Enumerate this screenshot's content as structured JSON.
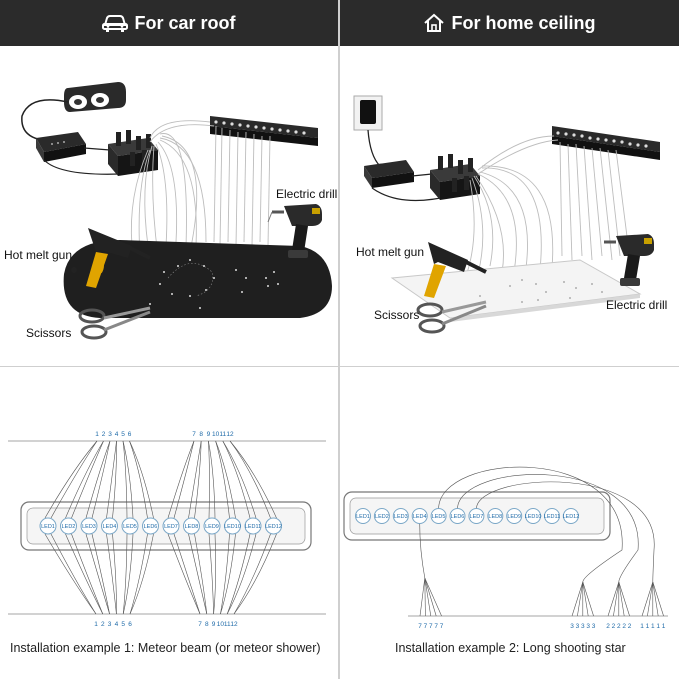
{
  "headers": {
    "left": "For car roof",
    "right": "For home ceiling"
  },
  "car_scene": {
    "hot_melt_gun": "Hot melt gun",
    "electric_drill": "Electric drill",
    "scissors": "Scissors"
  },
  "home_scene": {
    "hot_melt_gun": "Hot melt gun",
    "electric_drill": "Electric drill",
    "scissors": "Scissors"
  },
  "example1": {
    "caption": "Installation example 1: Meteor beam (or meteor shower)",
    "led_labels": [
      "LED1",
      "LED2",
      "LED3",
      "LED4",
      "LED5",
      "LED6",
      "LED7",
      "LED8",
      "LED9",
      "LED10",
      "LED11",
      "LED12"
    ],
    "top_numbers": [
      "1",
      "2",
      "3",
      "4",
      "5",
      "6",
      "7",
      "8",
      "9",
      "10",
      "11",
      "12"
    ],
    "bottom_numbers": [
      "1",
      "2",
      "3",
      "4",
      "5",
      "6",
      "7",
      "8",
      "9",
      "10",
      "11",
      "12"
    ]
  },
  "example2": {
    "caption": "Installation example 2: Long shooting star",
    "led_labels": [
      "LED1",
      "LED2",
      "LED3",
      "LED4",
      "LED5",
      "LED6",
      "LED7",
      "LED8",
      "LED9",
      "LED10",
      "LED11",
      "LED12"
    ],
    "bottom_groups": [
      {
        "numbers": [
          "7",
          "7",
          "7",
          "7",
          "7"
        ]
      },
      {
        "numbers": [
          "3",
          "3",
          "3",
          "3",
          "3"
        ]
      },
      {
        "numbers": [
          "2",
          "2",
          "2",
          "2",
          "2"
        ]
      },
      {
        "numbers": [
          "1",
          "1",
          "1",
          "1",
          "1"
        ]
      }
    ]
  }
}
